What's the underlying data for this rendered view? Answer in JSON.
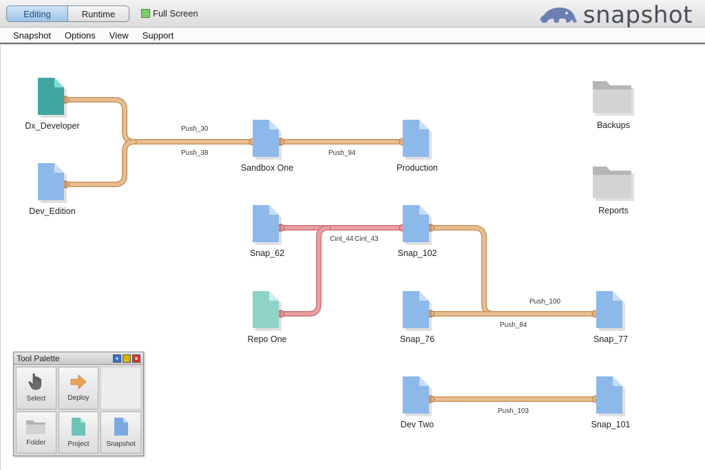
{
  "topbar": {
    "modes": [
      {
        "label": "Editing",
        "active": true
      },
      {
        "label": "Runtime",
        "active": false
      }
    ],
    "fullscreen_label": "Full Screen",
    "brand": "snapshot"
  },
  "menu": [
    "Snapshot",
    "Options",
    "View",
    "Support"
  ],
  "colors": {
    "link_push": "#e7b98a",
    "link_cint": "#e3989b",
    "org_blue": "#8db8ea",
    "org_teal": "#4fb3ae",
    "org_mint": "#8fd3c6",
    "folder": "#c7c7c7"
  },
  "nodes": {
    "dx_developer": {
      "label": "Dx_Developer",
      "icon": "org-file-icon"
    },
    "dev_edition": {
      "label": "Dev_Edition",
      "icon": "org-file-icon"
    },
    "sandbox_one": {
      "label": "Sandbox One",
      "icon": "org-file-icon"
    },
    "production": {
      "label": "Production",
      "icon": "org-file-icon"
    },
    "backups": {
      "label": "Backups",
      "icon": "folder-icon"
    },
    "reports": {
      "label": "Reports",
      "icon": "folder-icon"
    },
    "snap_62": {
      "label": "Snap_62",
      "icon": "org-file-icon"
    },
    "snap_102": {
      "label": "Snap_102",
      "icon": "org-file-icon"
    },
    "repo_one": {
      "label": "Repo One",
      "icon": "org-file-icon"
    },
    "snap_76": {
      "label": "Snap_76",
      "icon": "org-file-icon"
    },
    "snap_77": {
      "label": "Snap_77",
      "icon": "org-file-icon"
    },
    "dev_two": {
      "label": "Dev Two",
      "icon": "org-file-icon"
    },
    "snap_101": {
      "label": "Snap_101",
      "icon": "org-file-icon"
    }
  },
  "links": {
    "push_30": "Push_30",
    "push_38": "Push_38",
    "push_94": "Push_94",
    "cint_44": "Cint_44",
    "cint_43": "Cint_43",
    "push_100": "Push_100",
    "push_84": "Push_84",
    "push_103": "Push_103"
  },
  "palette": {
    "title": "Tool Palette",
    "tools": [
      "Select",
      "Deploy",
      "Folder",
      "Project",
      "Snapshot"
    ]
  }
}
